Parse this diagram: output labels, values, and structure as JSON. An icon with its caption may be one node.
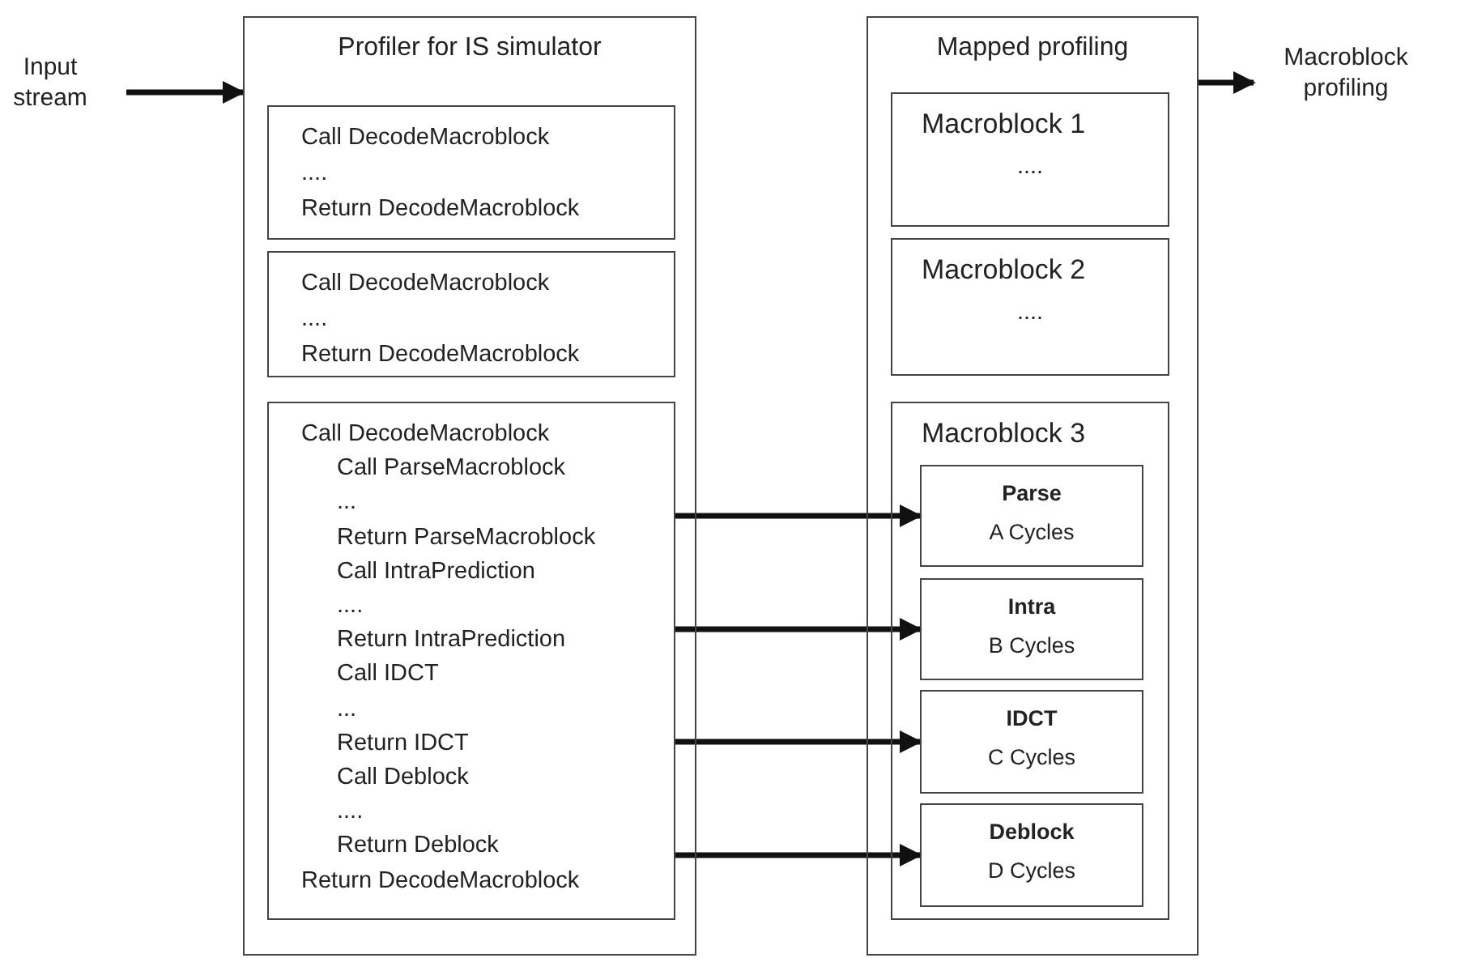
{
  "diagram": {
    "nodes": [
      {
        "text": [
          "Input stream"
        ]
      },
      {
        "text": [
          "Profiler for IS simulator"
        ]
      },
      {
        "text": [
          "Call DecodeMacroblock",
          "....",
          "Return DecodeMacroblock"
        ],
        "in": 1
      },
      {
        "text": [
          "Call DecodeMacroblock",
          "....",
          "Return DecodeMacroblock"
        ],
        "in": 1
      },
      {
        "text": [
          "Call DecodeMacroblock",
          "Call ParseMacroblock",
          "...",
          "Return ParseMacroblock",
          "Call IntraPrediction",
          "....",
          "Return IntraPrediction",
          "Call IDCT",
          "...",
          "Return IDCT",
          "Call Deblock",
          "....",
          "Return Deblock",
          "Return DecodeMacroblock"
        ],
        "in": 1
      },
      {
        "text": [
          "Mapped profiling"
        ]
      },
      {
        "text": [
          "Macroblock 1",
          "...."
        ],
        "in": 5
      },
      {
        "text": [
          "Macroblock 2",
          "...."
        ],
        "in": 5
      },
      {
        "text": [
          "Macroblock 3"
        ],
        "in": 5
      },
      {
        "text": [
          "Parse",
          "A Cycles"
        ],
        "in": 8
      },
      {
        "text": [
          "Intra",
          "B Cycles"
        ],
        "in": 8
      },
      {
        "text": [
          "IDCT",
          "C Cycles"
        ],
        "in": 8
      },
      {
        "text": [
          "Deblock",
          "D Cycles"
        ],
        "in": 8
      },
      {
        "text": [
          "Macroblock profiling"
        ]
      }
    ],
    "edges": [
      {
        "from": 0,
        "to": 1,
        "arrow": "to"
      },
      {
        "from": 4,
        "to": 9,
        "arrow": "to"
      },
      {
        "from": 4,
        "to": 10,
        "arrow": "to"
      },
      {
        "from": 4,
        "to": 11,
        "arrow": "to"
      },
      {
        "from": 4,
        "to": 12,
        "arrow": "to"
      },
      {
        "from": 5,
        "to": 13,
        "arrow": "to"
      }
    ]
  }
}
